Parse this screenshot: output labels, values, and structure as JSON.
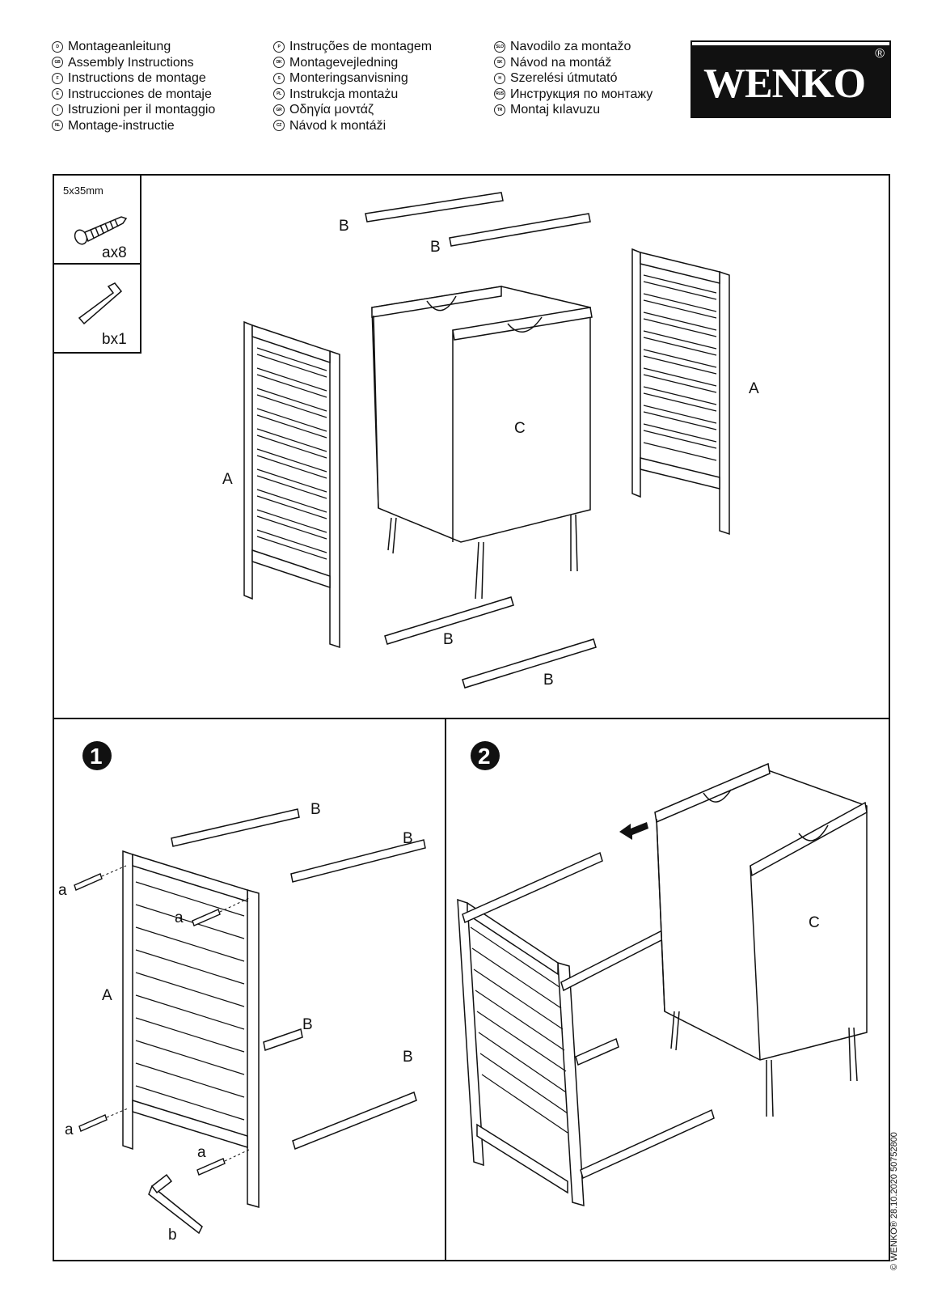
{
  "header": {
    "languages_col1": [
      {
        "code": "D",
        "text": "Montageanleitung"
      },
      {
        "code": "GB",
        "text": "Assembly Instructions"
      },
      {
        "code": "F",
        "text": "Instructions de montage"
      },
      {
        "code": "E",
        "text": "Instrucciones de montaje"
      },
      {
        "code": "I",
        "text": "Istruzioni per il montaggio"
      },
      {
        "code": "NL",
        "text": "Montage-instructie"
      }
    ],
    "languages_col2": [
      {
        "code": "P",
        "text": "Instruções de montagem"
      },
      {
        "code": "DK",
        "text": "Montagevejledning"
      },
      {
        "code": "S",
        "text": "Monteringsanvisning"
      },
      {
        "code": "PL",
        "text": "Instrukcja montażu"
      },
      {
        "code": "GR",
        "text": "Οδηγία μοντάζ"
      },
      {
        "code": "CZ",
        "text": "Návod k montáži"
      }
    ],
    "languages_col3": [
      {
        "code": "SLO",
        "text": "Navodilo za montažo"
      },
      {
        "code": "SK",
        "text": "Návod na montáž"
      },
      {
        "code": "H",
        "text": "Szerelési útmutató"
      },
      {
        "code": "RUS",
        "text": "Инструкция по монтажу"
      },
      {
        "code": "TR",
        "text": "Montaj kılavuzu"
      }
    ],
    "logo": {
      "text": "WENKO",
      "registered": "®"
    }
  },
  "parts": {
    "screw_size": "5x35mm",
    "screw_qty": "ax8",
    "wrench_qty": "bx1"
  },
  "overview_labels": {
    "side_panel": "A",
    "rod": "B",
    "bag": "C"
  },
  "steps": {
    "step1": {
      "number": "1",
      "screw": "a",
      "tool": "b",
      "panel": "A",
      "rod": "B"
    },
    "step2": {
      "number": "2",
      "bag": "C"
    }
  },
  "footer": {
    "copyright": "© WENKO® 28.10.2020 50752800"
  }
}
